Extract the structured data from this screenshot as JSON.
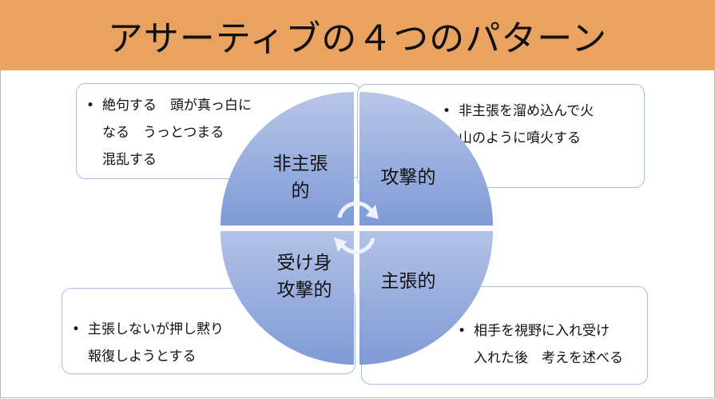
{
  "title": "アサーティブの４つのパターン",
  "quadrants": {
    "top_left": {
      "label_line1": "非主張",
      "label_line2": "的"
    },
    "top_right": {
      "label": "攻撃的"
    },
    "bottom_left": {
      "label_line1": "受け身",
      "label_line2": "攻撃的"
    },
    "bottom_right": {
      "label": "主張的"
    }
  },
  "boxes": {
    "top_left": {
      "bullet": "•",
      "line1": "絶句する　頭が真っ白に",
      "line2": "なる　うっとつまる",
      "line3": "混乱する"
    },
    "top_right": {
      "bullet": "•",
      "line1": "非主張を溜め込んで火",
      "line2": "山のように噴火する"
    },
    "bottom_left": {
      "bullet": "•",
      "line1": "主張しないが押し黙り",
      "line2": "報復しようとする"
    },
    "bottom_right": {
      "bullet": "•",
      "line1": "相手を視野に入れ受け",
      "line2": "入れた後　考えを述べる"
    }
  },
  "colors": {
    "title_bar": "#e9a25f",
    "quadrant_light": "#b3c2e6",
    "quadrant_dark": "#7f9ad6",
    "box_border": "#a9bde2"
  },
  "icons": {
    "center": "cycle-arrows-icon"
  }
}
